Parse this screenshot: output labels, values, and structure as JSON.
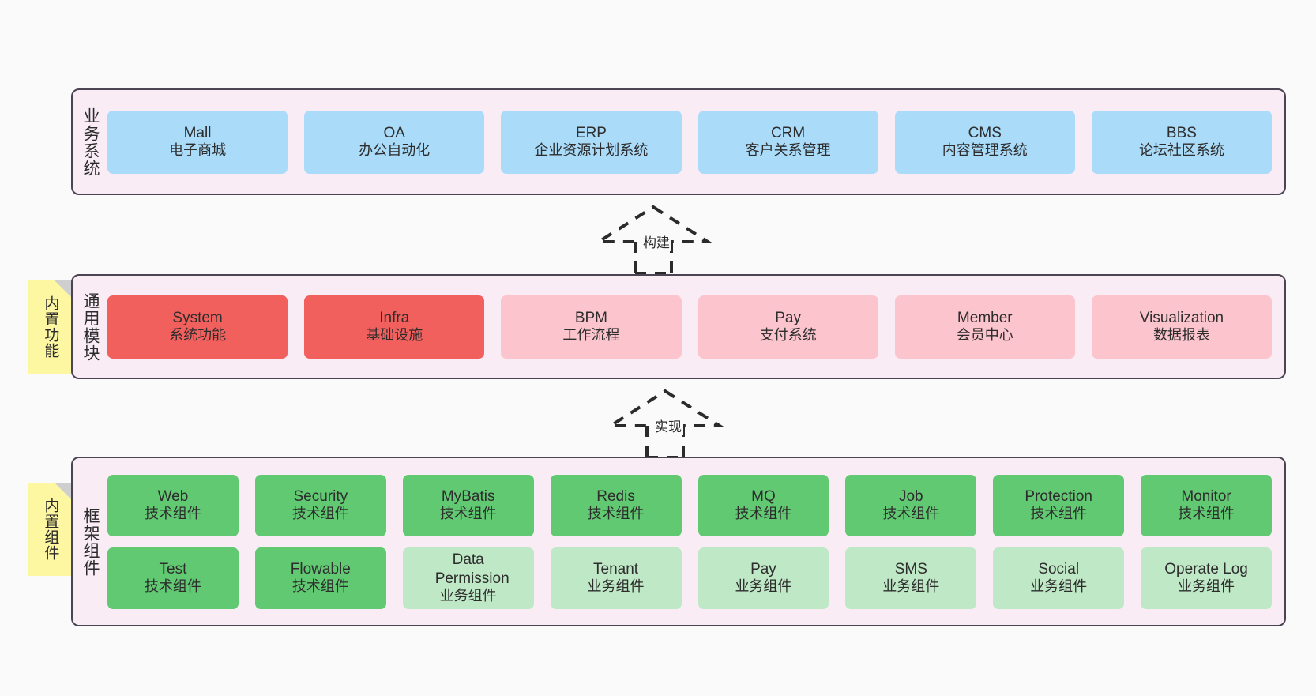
{
  "diagram": {
    "background": "#fafafa",
    "layers": [
      {
        "id": "business-system",
        "title": "业务系统",
        "note": null,
        "rows": [
          {
            "nodes": [
              {
                "en": "Mall",
                "cn": "电子商城",
                "color": "#aadcfa",
                "style": "n-blue"
              },
              {
                "en": "OA",
                "cn": "办公自动化",
                "color": "#aadcfa",
                "style": "n-blue"
              },
              {
                "en": "ERP",
                "cn": "企业资源计划系统",
                "color": "#aadcfa",
                "style": "n-blue"
              },
              {
                "en": "CRM",
                "cn": "客户关系管理",
                "color": "#aadcfa",
                "style": "n-blue"
              },
              {
                "en": "CMS",
                "cn": "内容管理系统",
                "color": "#aadcfa",
                "style": "n-blue"
              },
              {
                "en": "BBS",
                "cn": "论坛社区系统",
                "color": "#aadcfa",
                "style": "n-blue"
              }
            ]
          }
        ]
      },
      {
        "id": "common-module",
        "title": "通用模块",
        "note": "内置功能",
        "rows": [
          {
            "nodes": [
              {
                "en": "System",
                "cn": "系统功能",
                "color": "#f2605e",
                "style": "n-red"
              },
              {
                "en": "Infra",
                "cn": "基础设施",
                "color": "#f2605e",
                "style": "n-red"
              },
              {
                "en": "BPM",
                "cn": "工作流程",
                "color": "#fcc5ce",
                "style": "n-pink"
              },
              {
                "en": "Pay",
                "cn": "支付系统",
                "color": "#fcc5ce",
                "style": "n-pink"
              },
              {
                "en": "Member",
                "cn": "会员中心",
                "color": "#fcc5ce",
                "style": "n-pink"
              },
              {
                "en": "Visualization",
                "cn": "数据报表",
                "color": "#fcc5ce",
                "style": "n-pink"
              }
            ]
          }
        ]
      },
      {
        "id": "framework-component",
        "title": "框架组件",
        "note": "内置组件",
        "rows": [
          {
            "nodes": [
              {
                "en": "Web",
                "cn": "技术组件",
                "color": "#62c973",
                "style": "n-green"
              },
              {
                "en": "Security",
                "cn": "技术组件",
                "color": "#62c973",
                "style": "n-green"
              },
              {
                "en": "MyBatis",
                "cn": "技术组件",
                "color": "#62c973",
                "style": "n-green"
              },
              {
                "en": "Redis",
                "cn": "技术组件",
                "color": "#62c973",
                "style": "n-green"
              },
              {
                "en": "MQ",
                "cn": "技术组件",
                "color": "#62c973",
                "style": "n-green"
              },
              {
                "en": "Job",
                "cn": "技术组件",
                "color": "#62c973",
                "style": "n-green"
              },
              {
                "en": "Protection",
                "cn": "技术组件",
                "color": "#62c973",
                "style": "n-green"
              },
              {
                "en": "Monitor",
                "cn": "技术组件",
                "color": "#62c973",
                "style": "n-green"
              }
            ]
          },
          {
            "nodes": [
              {
                "en": "Test",
                "cn": "技术组件",
                "color": "#62c973",
                "style": "n-green"
              },
              {
                "en": "Flowable",
                "cn": "技术组件",
                "color": "#62c973",
                "style": "n-green"
              },
              {
                "en": "Data Permission",
                "cn": "业务组件",
                "color": "#bfe8c6",
                "style": "n-lgreen"
              },
              {
                "en": "Tenant",
                "cn": "业务组件",
                "color": "#bfe8c6",
                "style": "n-lgreen"
              },
              {
                "en": "Pay",
                "cn": "业务组件",
                "color": "#bfe8c6",
                "style": "n-lgreen"
              },
              {
                "en": "SMS",
                "cn": "业务组件",
                "color": "#bfe8c6",
                "style": "n-lgreen"
              },
              {
                "en": "Social",
                "cn": "业务组件",
                "color": "#bfe8c6",
                "style": "n-lgreen"
              },
              {
                "en": "Operate Log",
                "cn": "业务组件",
                "color": "#bfe8c6",
                "style": "n-lgreen"
              }
            ]
          }
        ]
      }
    ],
    "connectors": [
      {
        "id": "build",
        "label": "构建",
        "from": "common-module",
        "to": "business-system",
        "style": "dashed-hollow-arrow-up"
      },
      {
        "id": "implement",
        "label": "实现",
        "from": "framework-component",
        "to": "common-module",
        "style": "dashed-hollow-arrow-up"
      }
    ]
  }
}
